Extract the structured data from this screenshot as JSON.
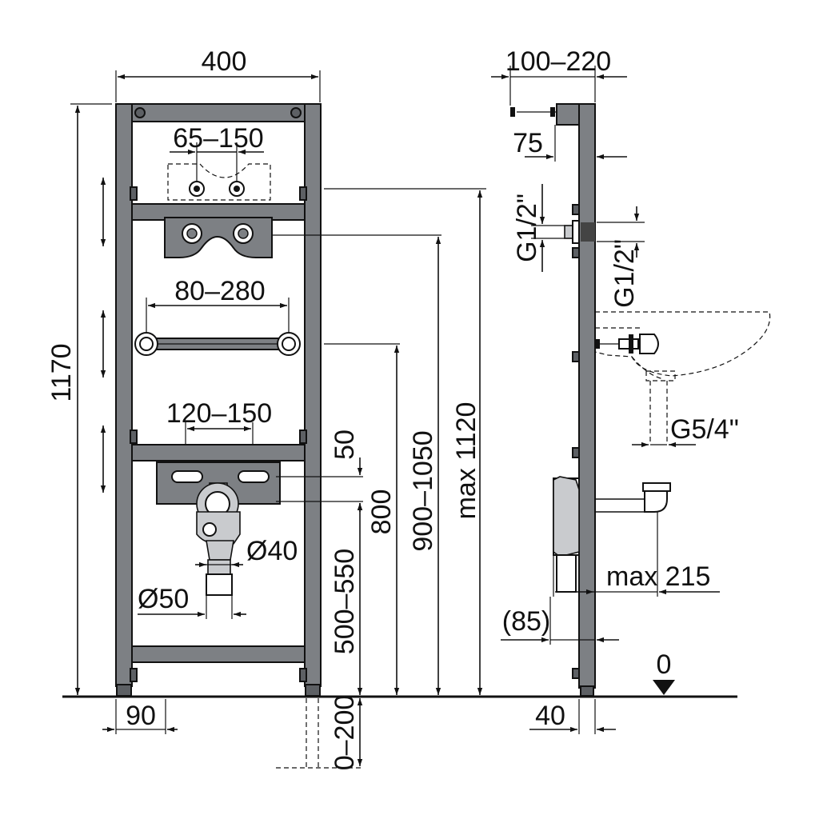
{
  "dimensions": {
    "frame_width": "400",
    "valve_spacing": "65–150",
    "bar_spacing": "80–280",
    "bracket_spacing": "120–150",
    "height_total": "1170",
    "plate_offset": "50",
    "drain_height": "500–550",
    "tap_height": "800",
    "upper_height": "900–1050",
    "max_height": "max 1120",
    "pipe_dn40": "Ø40",
    "pipe_dn50": "Ø50",
    "foot_width": "90",
    "foot_extension": "0–200",
    "wall_depth": "100–220",
    "pipe_offset": "75",
    "thread_left": "G1/2\"",
    "thread_right": "G1/2\"",
    "siphon_thread": "G5/4\"",
    "siphon_reach": "max 215",
    "trap_depth": "(85)",
    "side_foot": "40",
    "floor_level": "0"
  },
  "colors": {
    "frame": "#7d8084",
    "outline": "#111111"
  }
}
